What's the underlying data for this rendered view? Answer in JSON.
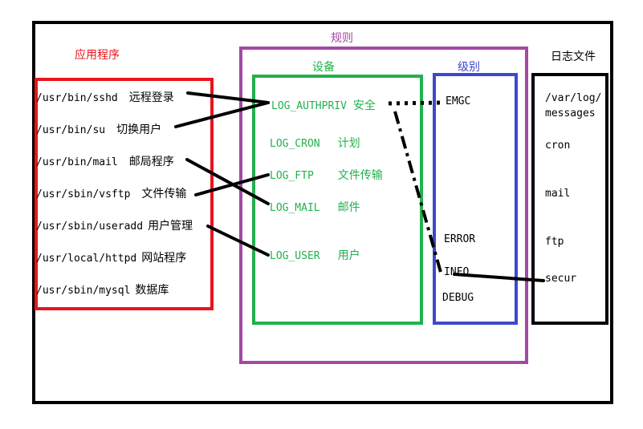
{
  "colors": {
    "outer": "#000000",
    "apps": "#e8141c",
    "rules": "#a349a4",
    "facility": "#22b14c",
    "level": "#3f48cc",
    "logfile": "#000000"
  },
  "titles": {
    "apps": "应用程序",
    "rules": "规则",
    "facility": "设备",
    "level": "级别",
    "logfile": "日志文件"
  },
  "apps": [
    {
      "path": "/usr/bin/sshd",
      "desc": "远程登录"
    },
    {
      "path": "/usr/bin/su",
      "desc": "切换用户"
    },
    {
      "path": "/usr/bin/mail",
      "desc": "邮局程序"
    },
    {
      "path": "/usr/sbin/vsftp",
      "desc": "文件传输"
    },
    {
      "path": "/usr/sbin/useradd",
      "desc": "用户管理"
    },
    {
      "path": "/usr/local/httpd",
      "desc": "网站程序"
    },
    {
      "path": "/usr/sbin/mysql",
      "desc": "数据库"
    }
  ],
  "facilities": [
    {
      "name": "LOG_AUTHPRIV",
      "desc": "安全"
    },
    {
      "name": "LOG_CRON",
      "desc": "计划"
    },
    {
      "name": "LOG_FTP",
      "desc": "文件传输"
    },
    {
      "name": "LOG_MAIL",
      "desc": "邮件"
    },
    {
      "name": "LOG_USER",
      "desc": "用户"
    }
  ],
  "levels": [
    "EMGC",
    "ERROR",
    "INFO",
    "DEBUG"
  ],
  "logfiles": {
    "messages_line1": "/var/log/",
    "messages_line2": "messages",
    "cron": "cron",
    "mail": "mail",
    "ftp": "ftp",
    "secur": "secur"
  }
}
